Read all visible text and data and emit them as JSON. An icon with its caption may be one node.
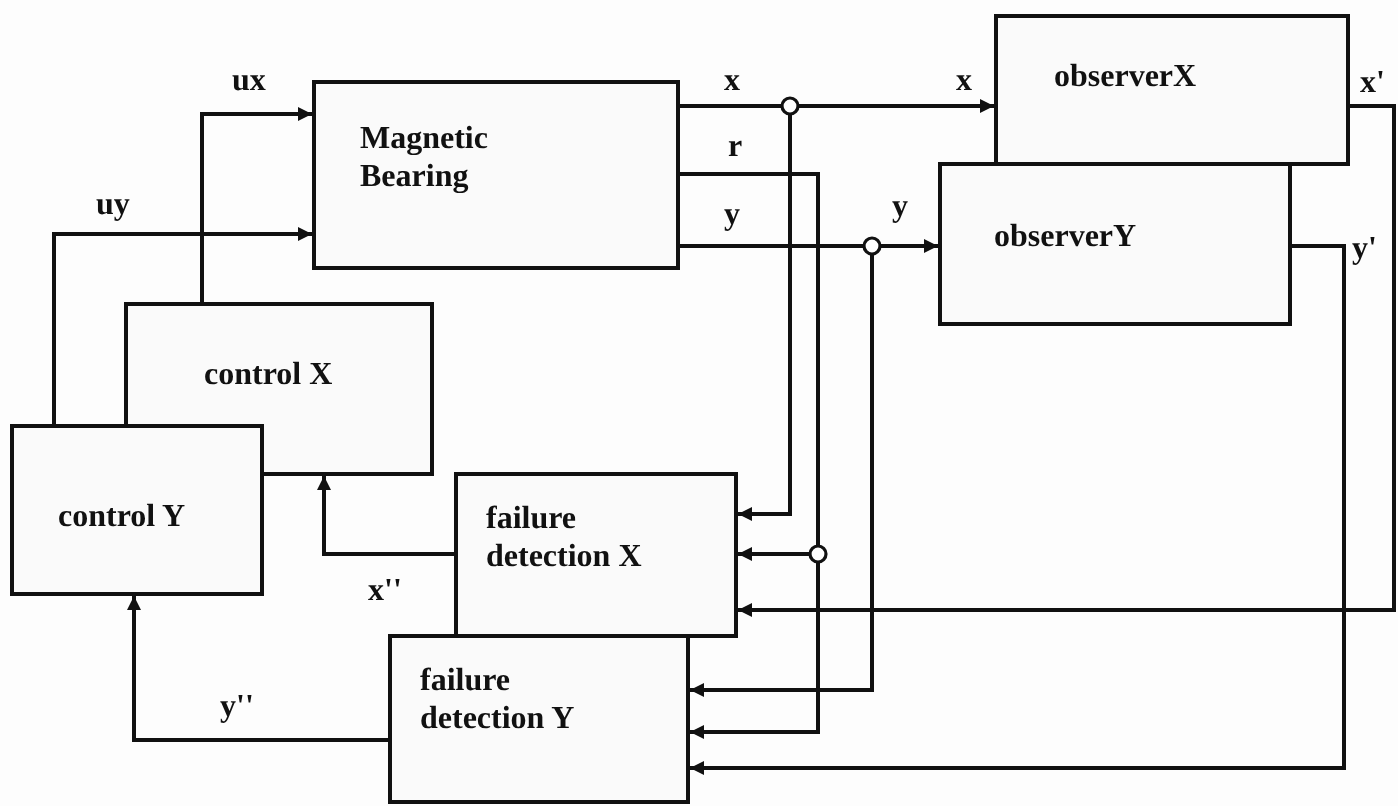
{
  "diagram": {
    "nodes": [
      {
        "text": [
          "Magnetic Bearing"
        ]
      },
      {
        "text": [
          "observerX"
        ]
      },
      {
        "text": [
          "observerY"
        ]
      },
      {
        "text": [
          "control X"
        ]
      },
      {
        "text": [
          "control Y"
        ]
      },
      {
        "text": [
          "failure detection X"
        ]
      },
      {
        "text": [
          "failure detection Y"
        ]
      }
    ],
    "edges": [
      {
        "from": 3,
        "to": 0,
        "arrow": "to",
        "label": "ux"
      },
      {
        "from": 4,
        "to": 0,
        "arrow": "to",
        "label": "uy"
      },
      {
        "from": 0,
        "to": 1,
        "arrow": "to",
        "label": "x"
      },
      {
        "from": 0,
        "to": 2,
        "arrow": "to",
        "label": "y"
      },
      {
        "from": 0,
        "to": 5,
        "arrow": "to"
      },
      {
        "from": 0,
        "to": 5,
        "arrow": "to",
        "label": "r"
      },
      {
        "from": 0,
        "to": 6,
        "arrow": "to"
      },
      {
        "from": 0,
        "to": 6,
        "arrow": "to"
      },
      {
        "from": 1,
        "to": 5,
        "arrow": "to",
        "label": "x'"
      },
      {
        "from": 2,
        "to": 6,
        "arrow": "to",
        "label": "y'"
      },
      {
        "from": 5,
        "to": 3,
        "arrow": "to",
        "label": "x''"
      },
      {
        "from": 6,
        "to": 4,
        "arrow": "to",
        "label": "y''"
      }
    ],
    "labels": [
      "x",
      "y"
    ]
  }
}
